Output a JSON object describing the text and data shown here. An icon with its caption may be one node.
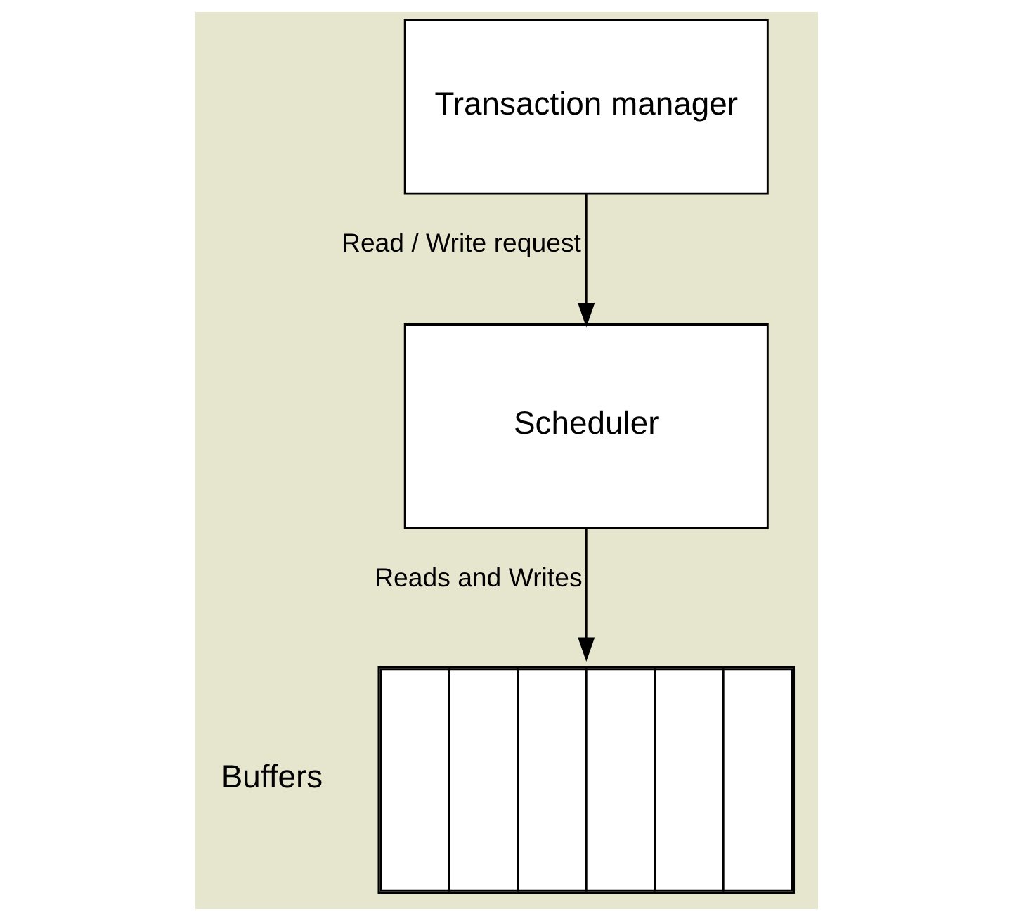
{
  "diagram": {
    "nodes": [
      {
        "text": [
          "Transaction manager"
        ]
      },
      {
        "text": [
          "Scheduler"
        ]
      },
      {
        "text": [],
        "shape": "box",
        "beside": [
          "Buffers"
        ]
      }
    ],
    "edges": [
      {
        "from": 0,
        "to": 1,
        "arrow": "to",
        "label": "Read / Write request"
      },
      {
        "from": 1,
        "to": 2,
        "arrow": "to",
        "label": "Reads and Writes"
      }
    ]
  }
}
